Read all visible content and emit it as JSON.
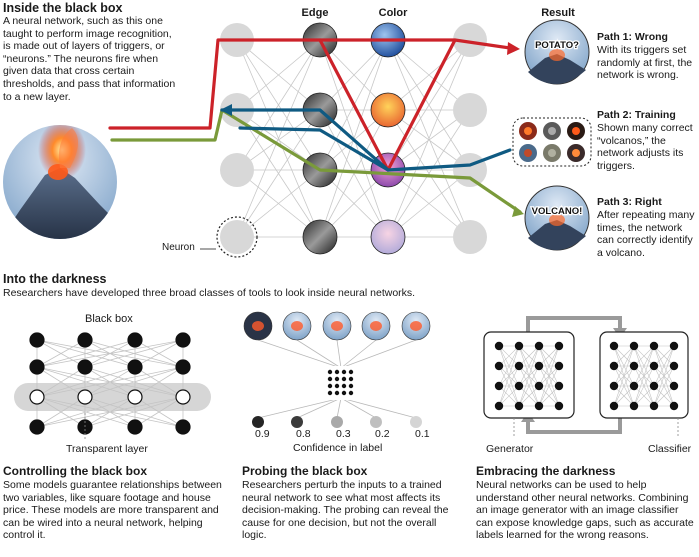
{
  "top": {
    "title": "Inside the black box",
    "intro": "A neural network, such as this one taught to perform image recognition, is made out of layers of triggers, or “neurons.” The neurons fire when given data that cross certain thresholds, and pass that information to a new layer.",
    "col_edge": "Edge",
    "col_color": "Color",
    "col_result": "Result",
    "neuron_label": "Neuron",
    "bubble_potato": "POTATO?",
    "bubble_volcano": "VOLCANO!",
    "paths": [
      {
        "title": "Path 1: Wrong",
        "text": "With its triggers set randomly at first, the network is wrong."
      },
      {
        "title": "Path 2: Training",
        "text": "Shown many correct “volcanos,” the network adjusts its triggers."
      },
      {
        "title": "Path 3: Right",
        "text": "After repeating many times, the network can correctly identify a volcano."
      }
    ],
    "colors": {
      "wrong": "#cc2229",
      "training": "#0f5a82",
      "right": "#7a9a3a"
    }
  },
  "middle": {
    "title": "Into the darkness",
    "subtitle": "Researchers have developed three broad classes of tools to look inside neural networks."
  },
  "panels": {
    "controlling": {
      "label_top": "Black box",
      "label_bottom": "Transparent layer",
      "title": "Controlling the black box",
      "text": "Some models guarantee relationships between two variables, like square footage and house price. These models are more transparent and can be wired into a neural network, helping control it."
    },
    "probing": {
      "confidence_label": "Confidence in label",
      "confidence_values": [
        "0.9",
        "0.8",
        "0.3",
        "0.2",
        "0.1"
      ],
      "title": "Probing the black box",
      "text": "Researchers perturb the inputs to a trained neural network to see what most affects its decision-making. The probing can reveal the cause for one decision, but not the overall logic."
    },
    "embracing": {
      "label_left": "Generator",
      "label_right": "Classifier",
      "title": "Embracing the darkness",
      "text": "Neural networks can be used to help understand other neural networks. Combining an image generator with an image classifier can expose knowledge gaps, such as accurate labels learned for the wrong reasons."
    }
  }
}
